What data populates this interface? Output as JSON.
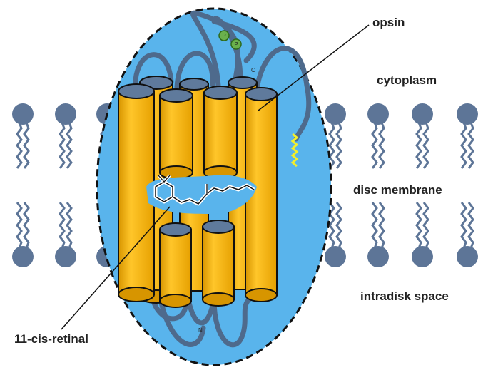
{
  "labels": {
    "opsin": "opsin",
    "cytoplasm": "cytoplasm",
    "disc_membrane": "disc membrane",
    "intradisk_space": "intradisk space",
    "retinal": "11-cis-retinal"
  },
  "markers": {
    "phosphate": "P",
    "c_terminus": "C",
    "n_terminus": "N"
  },
  "colors": {
    "lipid_head": "#5d7597",
    "lipid_tail": "#5d7597",
    "protein_region": "#59b4ec",
    "helix_fill": "#f5b400",
    "helix_cap": "#5f7a9c",
    "loop": "#4e6a8c",
    "phosphate": "#6ab04c",
    "palmitoyl": "#f3ef2b",
    "retinal": "#ffffff"
  }
}
